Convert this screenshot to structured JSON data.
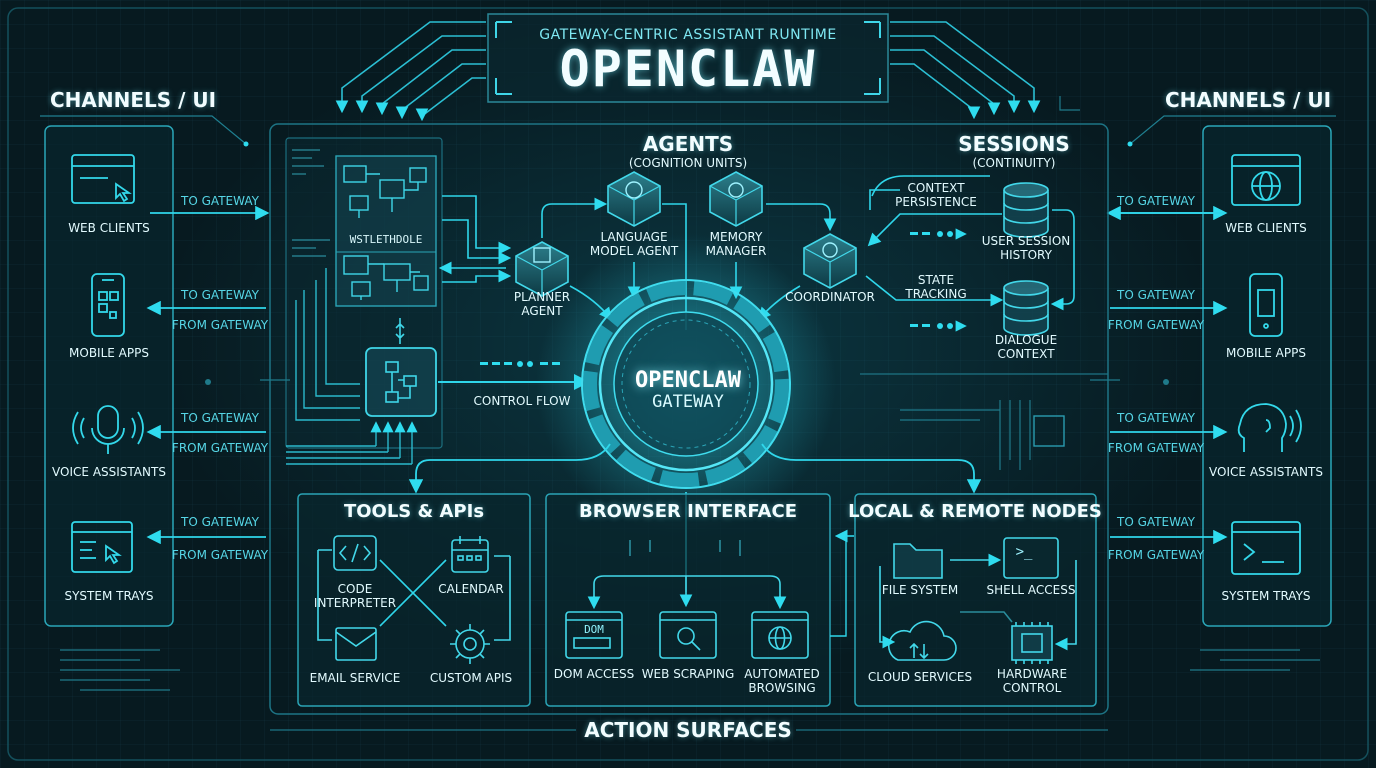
{
  "header": {
    "subtitle": "GATEWAY-CENTRIC ASSISTANT RUNTIME",
    "title": "OPENCLAW"
  },
  "channels": {
    "left_heading": "CHANNELS / UI",
    "right_heading": "CHANNELS / UI",
    "items": [
      {
        "label": "WEB CLIENTS",
        "icon": "browser-cursor-icon"
      },
      {
        "label": "MOBILE APPS",
        "icon": "mobile-phone-icon"
      },
      {
        "label": "VOICE ASSISTANTS",
        "icon": "microphone-icon"
      },
      {
        "label": "SYSTEM TRAYS",
        "icon": "window-cursor-icon"
      }
    ],
    "right_icons": [
      "globe-icon",
      "mobile-phone-icon",
      "speaking-head-icon",
      "terminal-icon"
    ],
    "to_gateway": "TO GATEWAY",
    "from_gateway": "FROM GATEWAY"
  },
  "workflow_panel": {
    "caption": "WSTLETHDOLE"
  },
  "agents": {
    "heading": "AGENTS",
    "subheading": "(COGNITION UNITS)",
    "items": [
      {
        "label_1": "PLANNER",
        "label_2": "AGENT"
      },
      {
        "label_1": "LANGUAGE",
        "label_2": "MODEL AGENT"
      },
      {
        "label_1": "MEMORY",
        "label_2": "MANAGER"
      },
      {
        "label_1": "COORDINATOR",
        "label_2": ""
      }
    ]
  },
  "sessions": {
    "heading": "SESSIONS",
    "subheading": "(CONTINUITY)",
    "context_persistence_1": "CONTEXT",
    "context_persistence_2": "PERSISTENCE",
    "state_tracking_1": "STATE",
    "state_tracking_2": "TRACKING",
    "history_1": "USER SESSION",
    "history_2": "HISTORY",
    "dialogue_1": "DIALOGUE",
    "dialogue_2": "CONTEXT"
  },
  "control_flow": "CONTROL FLOW",
  "gateway": {
    "line_1": "OPENCLAW",
    "line_2": "GATEWAY"
  },
  "tools": {
    "heading": "TOOLS & APIs",
    "code_1": "CODE",
    "code_2": "INTERPRETER",
    "calendar": "CALENDAR",
    "email": "EMAIL SERVICE",
    "custom": "CUSTOM APIS"
  },
  "browser": {
    "heading": "BROWSER INTERFACE",
    "dom": "DOM ACCESS",
    "dom_icon_text": "DOM",
    "scraping": "WEB SCRAPING",
    "auto_1": "AUTOMATED",
    "auto_2": "BROWSING"
  },
  "nodes": {
    "heading": "LOCAL & REMOTE NODES",
    "fs": "FILE SYSTEM",
    "shell": "SHELL ACCESS",
    "shell_prompt": ">_",
    "cloud": "CLOUD SERVICES",
    "hw_1": "HARDWARE",
    "hw_2": "CONTROL"
  },
  "action_surfaces": "ACTION SURFACES",
  "colors": {
    "accent": "#27d4ea",
    "line": "#1b8fa2",
    "background": "#071a20"
  }
}
